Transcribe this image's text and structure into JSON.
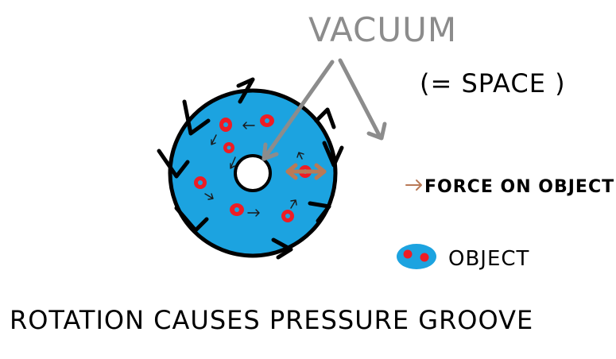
{
  "labels": {
    "vacuum": "VACUUM",
    "space": "(= SPACE )",
    "force_on_object": "FORCE ON OBJECT",
    "object": "OBJECT",
    "rotation_caption": "ROTATION CAUSES PRESSURE GROOVE"
  },
  "colors": {
    "disk_fill": "#1ca3e0",
    "disk_outline": "#000000",
    "hole_fill": "#ffffff",
    "particle": "#ee1c24",
    "force_arrow": "#b97a57",
    "vacuum_arrow": "#8c8c8c",
    "vacuum_text": "#8c8c8c",
    "ink": "#000000"
  },
  "legend": {
    "force_icon": "arrow-right-icon",
    "object_icon": "object-ellipse-icon"
  }
}
